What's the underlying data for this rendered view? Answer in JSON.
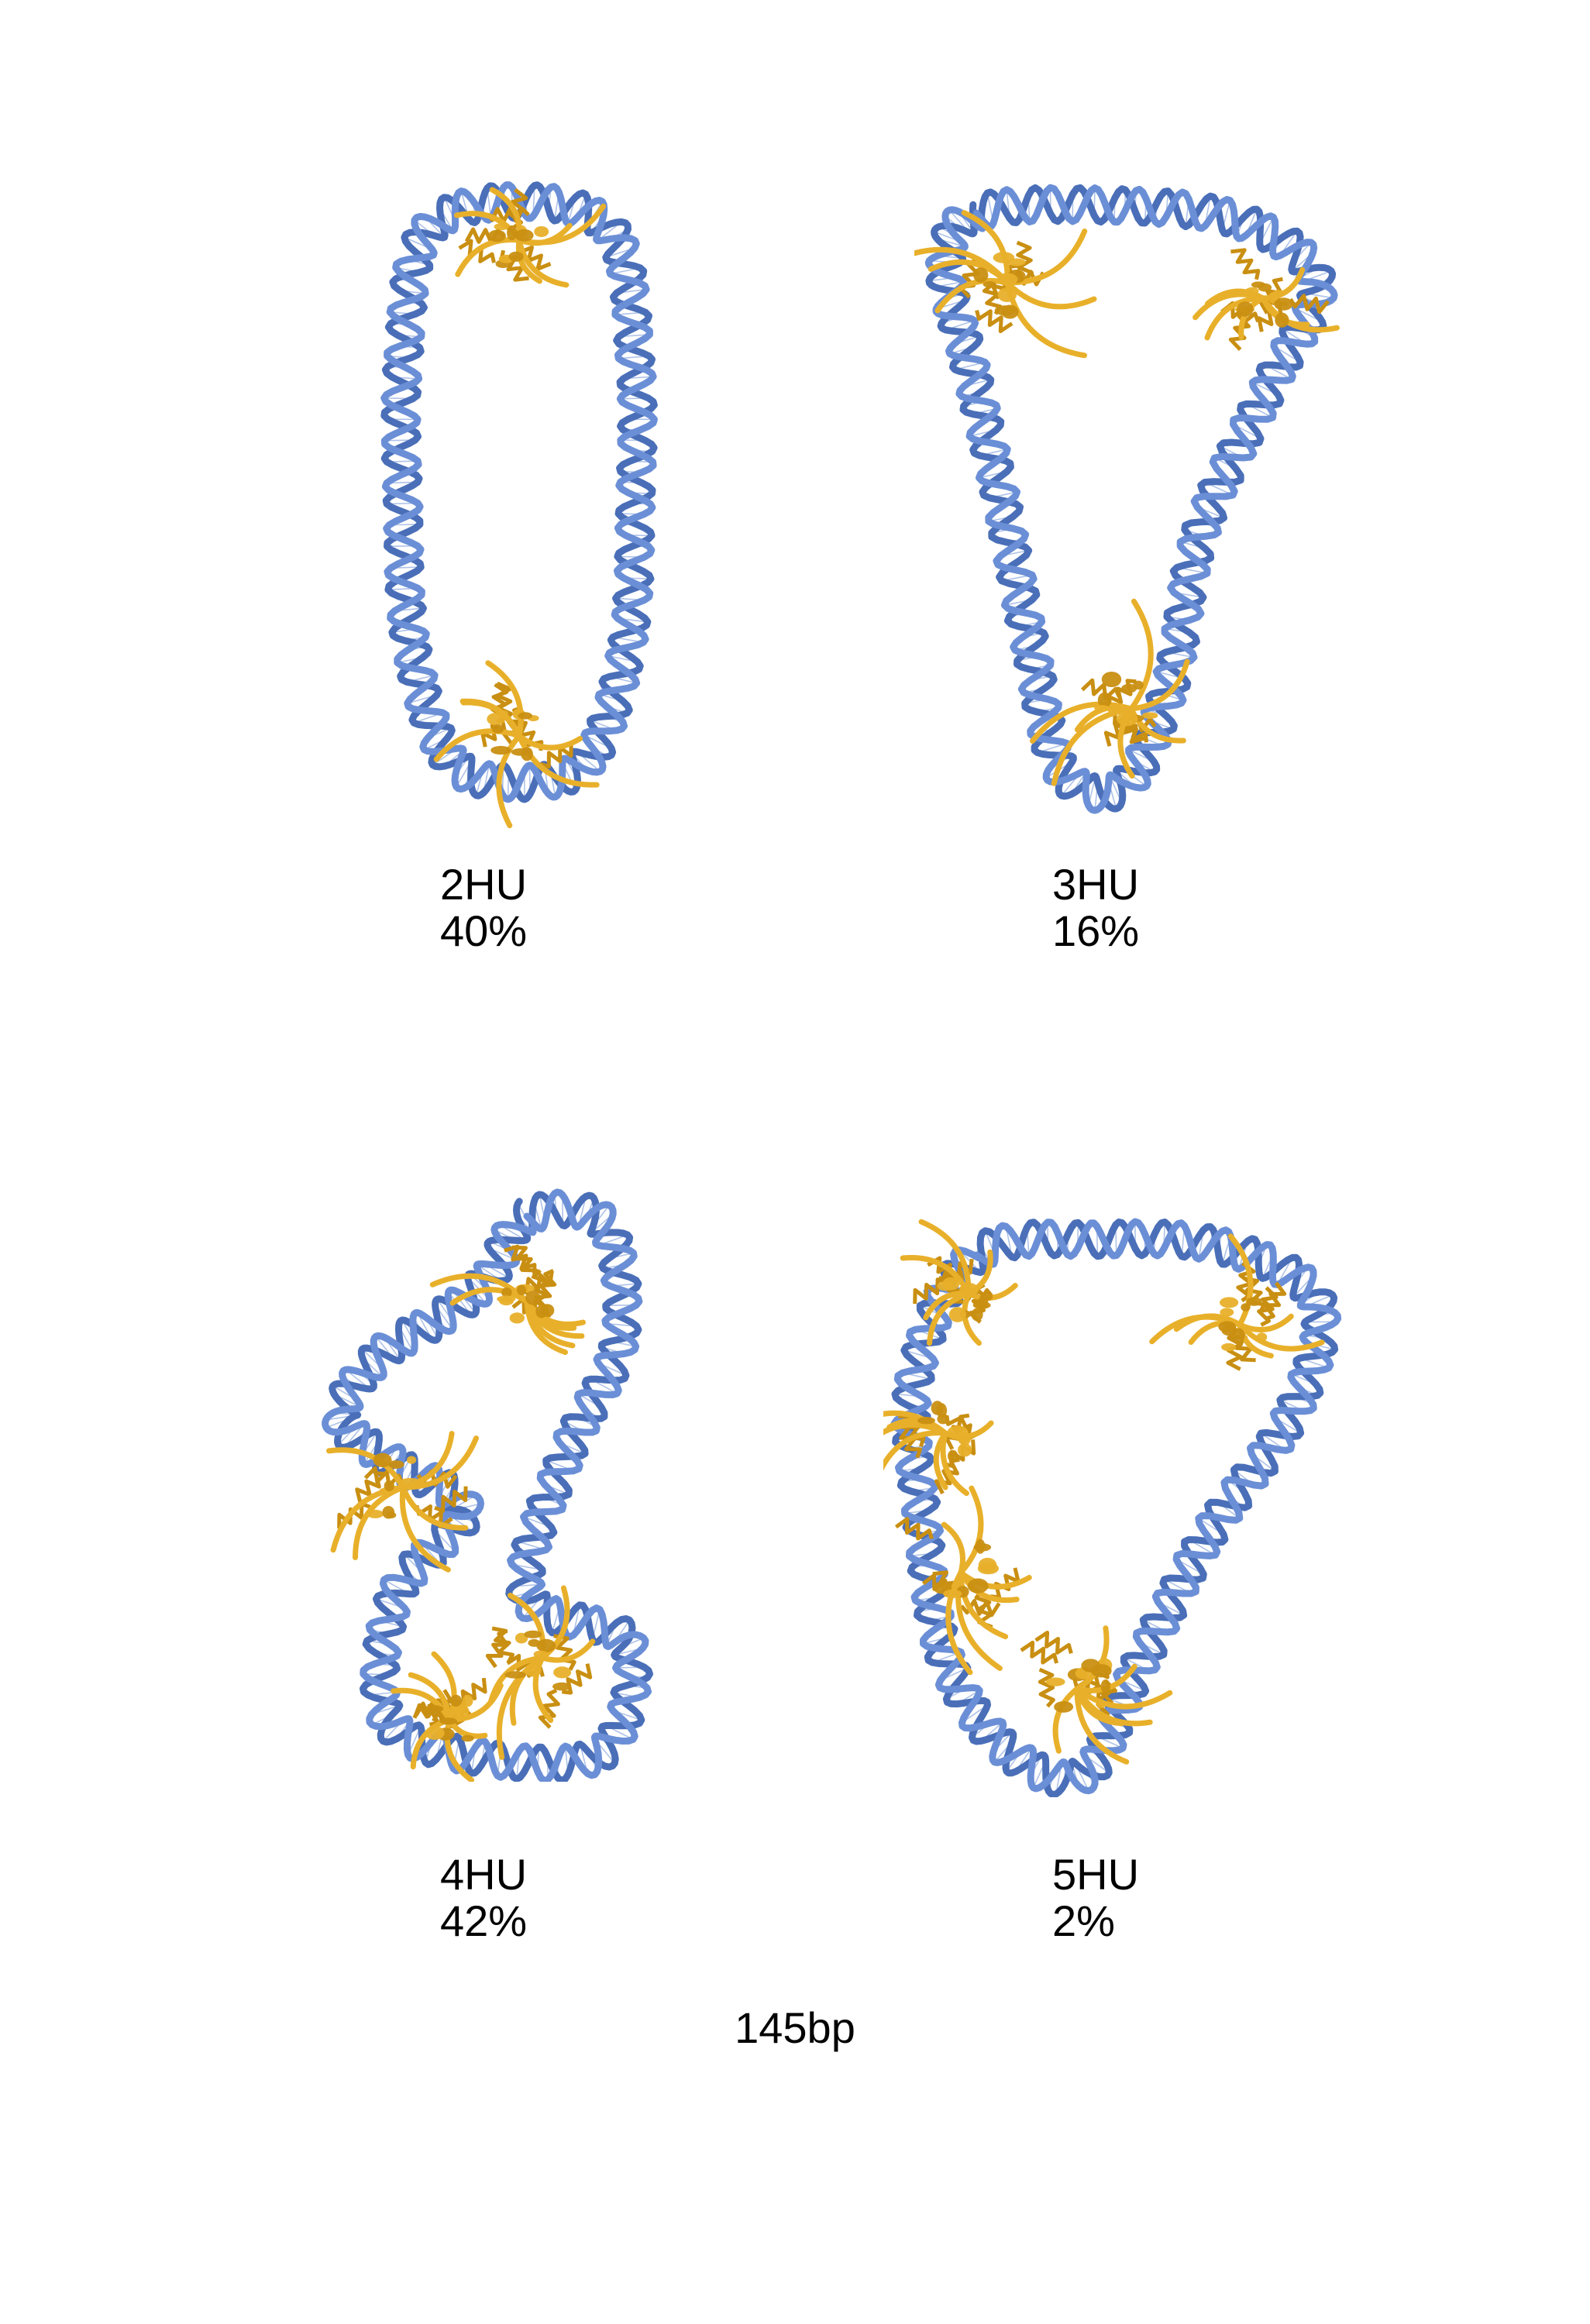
{
  "colors": {
    "dna": "#6b8fd6",
    "dna_dark": "#4a6fb8",
    "protein": "#e8b02a",
    "protein_dark": "#c98f12"
  },
  "panels": [
    {
      "complex": "2HU",
      "percent": "40%",
      "shape": "oval",
      "protein_count": 2
    },
    {
      "complex": "3HU",
      "percent": "16%",
      "shape": "triangle",
      "protein_count": 3
    },
    {
      "complex": "4HU",
      "percent": "42%",
      "shape": "figure-four",
      "protein_count": 4
    },
    {
      "complex": "5HU",
      "percent": "2%",
      "shape": "loop",
      "protein_count": 5
    }
  ],
  "footer": {
    "dna_length": "145bp"
  }
}
